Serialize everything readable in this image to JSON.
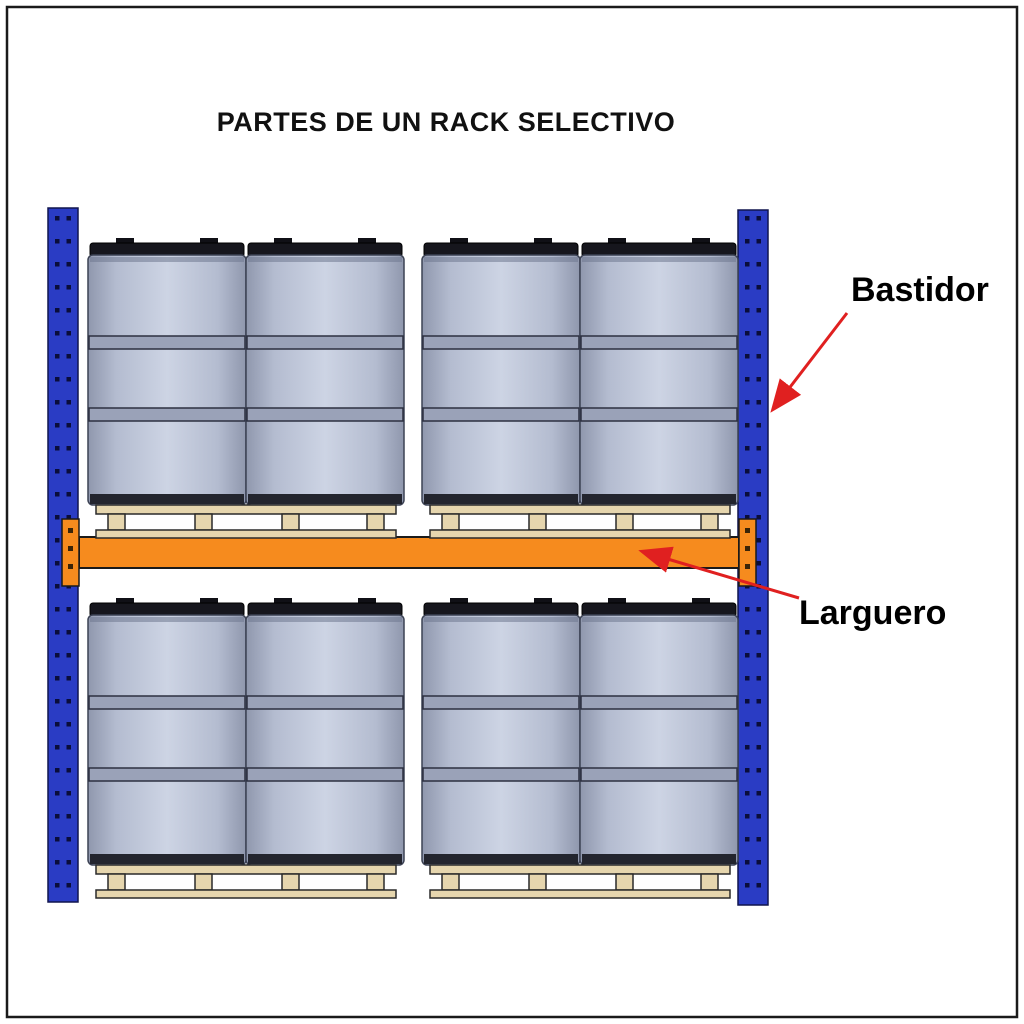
{
  "diagram": {
    "title": "PARTES DE UN RACK SELECTIVO",
    "labels": {
      "bastidor": "Bastidor",
      "larguero": "Larguero"
    },
    "colors": {
      "frame_blue": "#2a3cc4",
      "frame_hole": "#0a0d3a",
      "beam_orange": "#f68b1e",
      "drum_body": "#bcc3d6",
      "drum_rib": "#9aa2b8",
      "drum_lid": "#16161d",
      "pallet_wood": "#e6d6ae",
      "arrow_red": "#e02020",
      "outline": "#1a1a1a",
      "background": "#ffffff"
    }
  }
}
